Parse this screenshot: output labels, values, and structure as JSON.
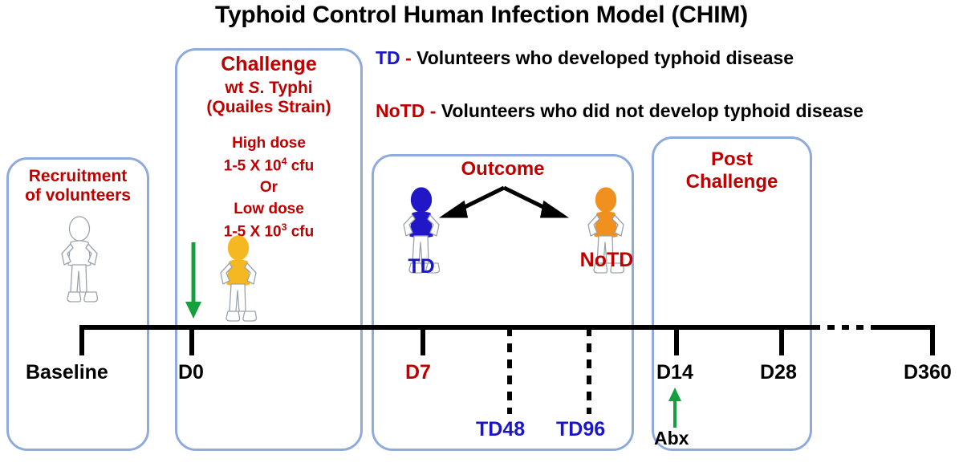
{
  "title": "Typhoid Control Human Infection Model (CHIM)",
  "colors": {
    "box_border": "#8FAADC",
    "heading_red": "#BE0000",
    "td_blue": "#1A16C8",
    "notd_orange": "#F0901E",
    "arrow_green": "#14A03C",
    "timeline_black": "#000000"
  },
  "legend": [
    {
      "abbr": "TD",
      "dash": "-",
      "text": "Volunteers who developed typhoid disease",
      "color": "#1A16C8"
    },
    {
      "abbr": "NoTD",
      "dash": "-",
      "text": "Volunteers who did not develop typhoid disease",
      "color": "#BE0000"
    }
  ],
  "boxes": {
    "recruitment": {
      "title_line1": "Recruitment",
      "title_line2": "of volunteers",
      "figure_color": "none"
    },
    "challenge": {
      "title": "Challenge",
      "organism_pre": "wt ",
      "organism_italic": "S",
      "organism_post": ". Typhi",
      "strain": "(Quailes Strain)",
      "high_dose_label": "High dose",
      "high_dose_value_pre": "1-5 X 10",
      "high_dose_exponent": "4",
      "high_dose_value_post": " cfu",
      "or": "Or",
      "low_dose_label": "Low dose",
      "low_dose_value_pre": "1-5 X 10",
      "low_dose_exponent": "3",
      "low_dose_value_post": " cfu",
      "arrow_direction": "down",
      "figure_color": "#F5B820"
    },
    "outcome": {
      "title": "Outcome",
      "left_label": "TD",
      "left_figure_color": "#2117C6",
      "right_label": "NoTD",
      "right_figure_color": "#F0901E",
      "arrow_type": "double-headed-split"
    },
    "post_challenge": {
      "title_line1": "Post",
      "title_line2": "Challenge"
    }
  },
  "timeline": {
    "ticks": [
      {
        "label": "Baseline",
        "color": "#000000",
        "style": "solid",
        "length": "short"
      },
      {
        "label": "D0",
        "color": "#000000",
        "style": "solid",
        "length": "short"
      },
      {
        "label": "D7",
        "color": "#BE0000",
        "style": "solid",
        "length": "short"
      },
      {
        "label": "TD48",
        "color": "#1A16C8",
        "style": "dashed",
        "length": "long"
      },
      {
        "label": "TD96",
        "color": "#1A16C8",
        "style": "dashed",
        "length": "long"
      },
      {
        "label": "D14",
        "color": "#000000",
        "style": "solid",
        "length": "short"
      },
      {
        "label": "D28",
        "color": "#000000",
        "style": "solid",
        "length": "short"
      },
      {
        "label": "D360",
        "color": "#000000",
        "style": "solid",
        "length": "short"
      }
    ],
    "break_style": "dotted",
    "antibiotics": {
      "label": "Abx",
      "arrow_direction": "up",
      "points_to": "D14"
    }
  }
}
